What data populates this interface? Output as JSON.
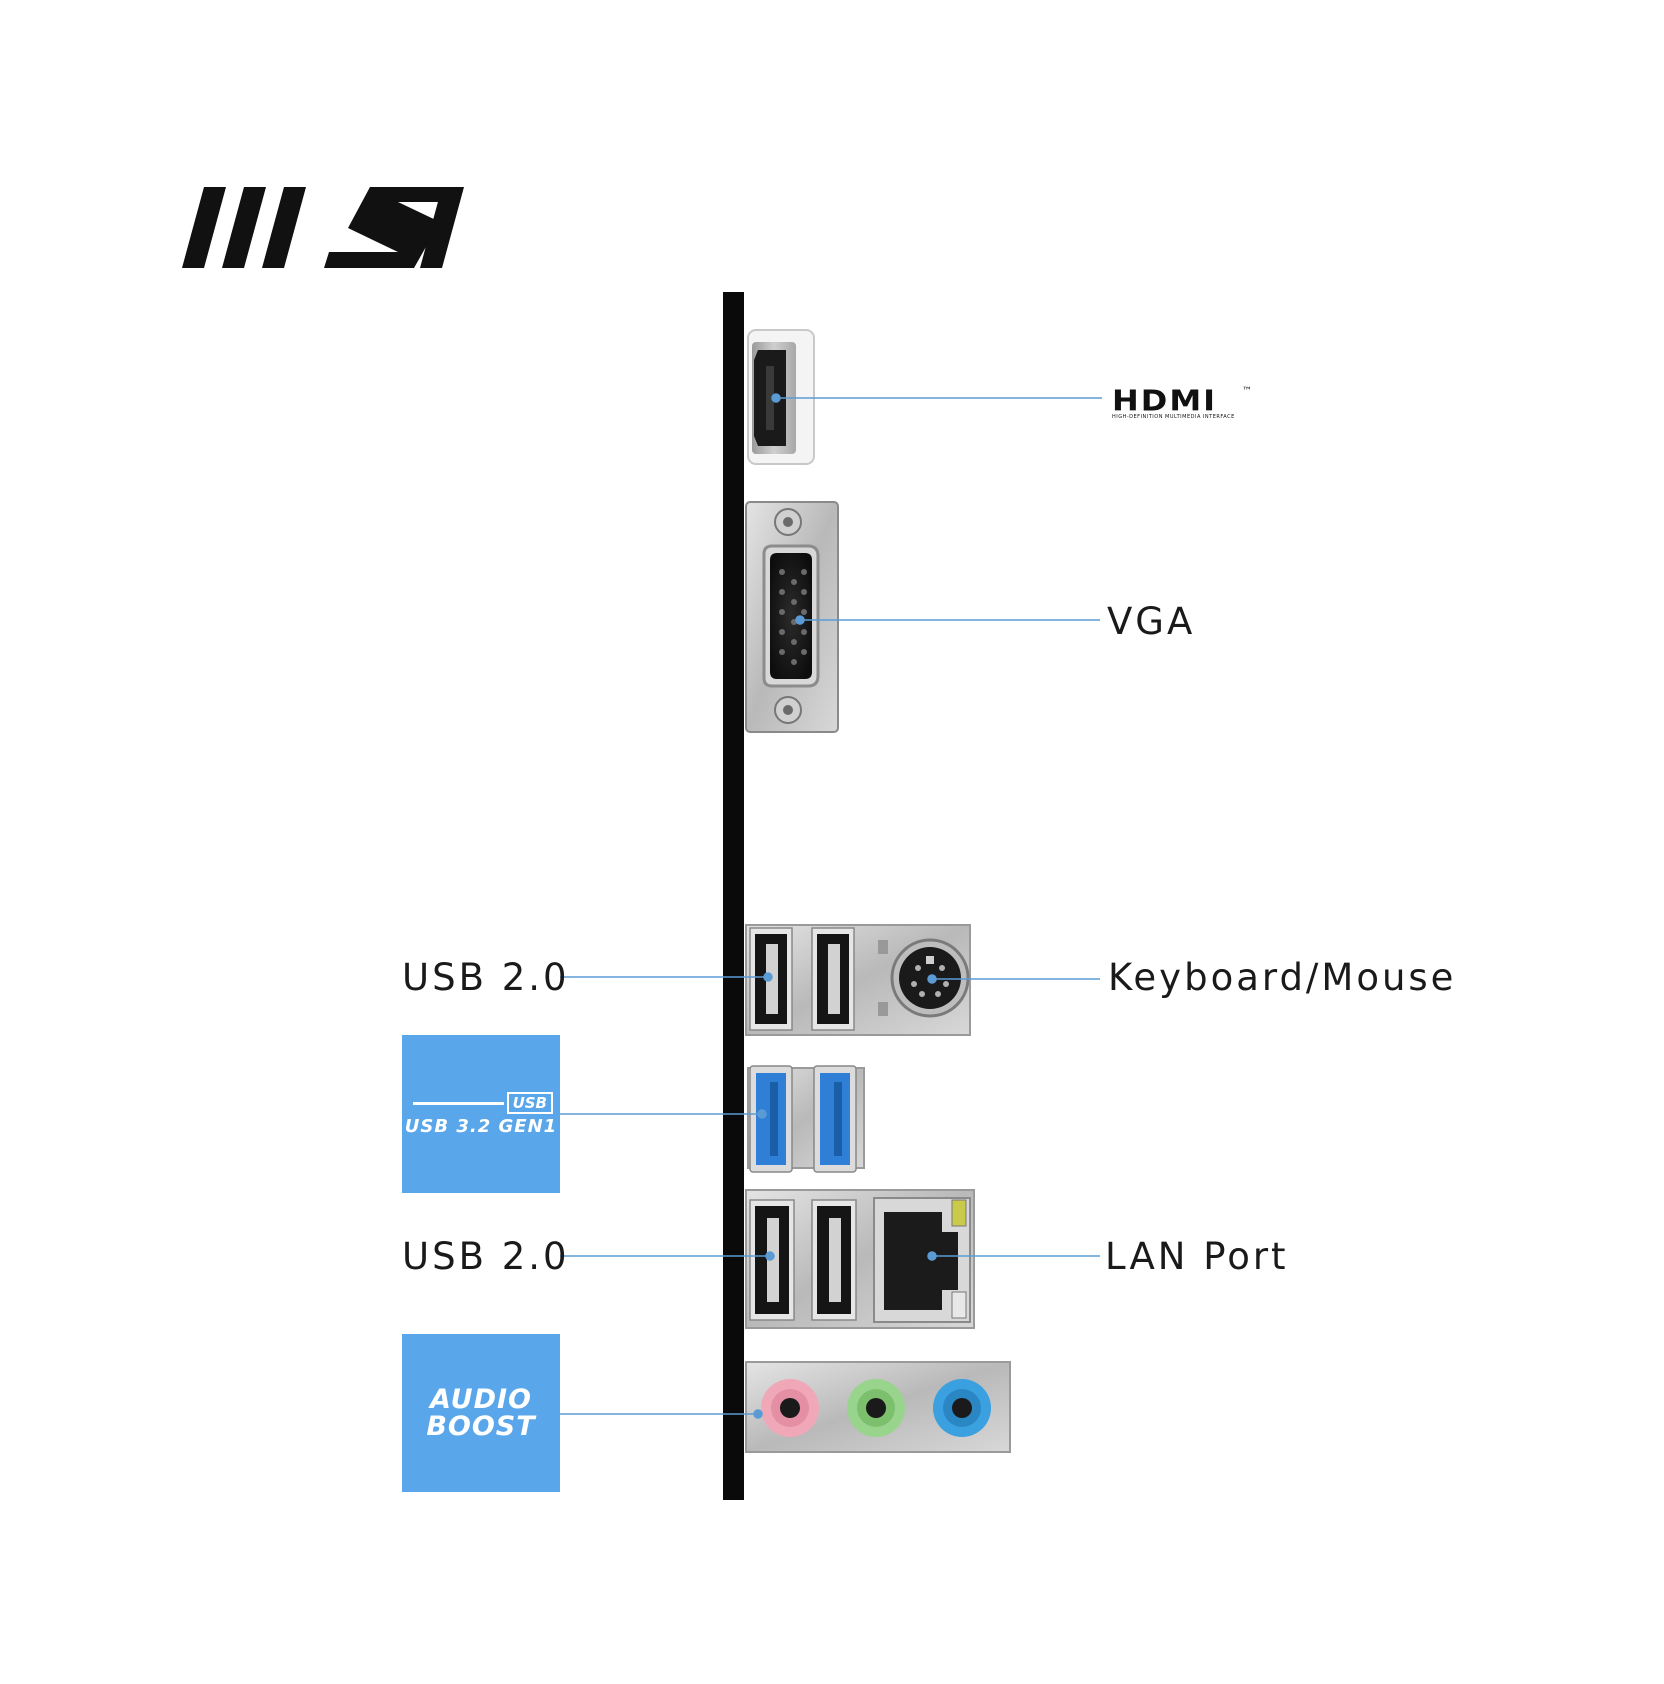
{
  "brand": {
    "logo": "MSI"
  },
  "callouts": {
    "hdmi": {
      "logo": "HDMI",
      "tagline": "HIGH-DEFINITION MULTIMEDIA INTERFACE",
      "tm": "™"
    },
    "vga": "VGA",
    "usb20_top": "USB 2.0",
    "keyboard_mouse": "Keyboard/Mouse",
    "usb20_bottom": "USB 2.0",
    "lan": "LAN Port"
  },
  "badges": {
    "usb32": {
      "logo": "USB",
      "text": "USB 3.2 GEN1"
    },
    "audio": {
      "line1": "AUDIO",
      "line2": "BOOST"
    }
  },
  "colors": {
    "leader": "#5b9bd5",
    "badge": "#5aa6ea",
    "panel": "#c8c8c8",
    "usb3_blue": "#2f7fd6",
    "audio_pink": "#f0a8b8",
    "audio_green": "#98d48c",
    "audio_blue": "#3aa0e0"
  },
  "icons": [
    "hdmi-port-icon",
    "vga-port-icon",
    "usb-port-icon",
    "ps2-port-icon",
    "lan-port-icon",
    "audio-jack-icon"
  ]
}
